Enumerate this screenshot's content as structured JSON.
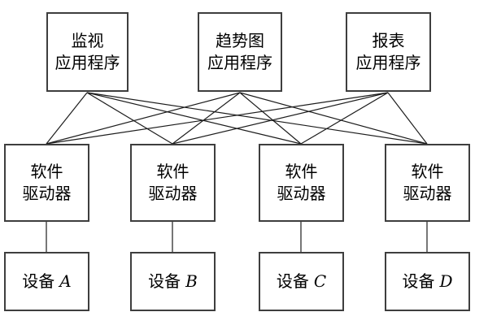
{
  "diagram": {
    "background_color": "#ffffff",
    "border_color": "#3e3e3e",
    "line_color": "#1c1c1c",
    "apps": [
      {
        "line1": "监视",
        "line2": "应用程序"
      },
      {
        "line1": "趋势图",
        "line2": "应用程序"
      },
      {
        "line1": "报表",
        "line2": "应用程序"
      }
    ],
    "drivers": [
      {
        "line1": "软件",
        "line2": "驱动器"
      },
      {
        "line1": "软件",
        "line2": "驱动器"
      },
      {
        "line1": "软件",
        "line2": "驱动器"
      },
      {
        "line1": "软件",
        "line2": "驱动器"
      }
    ],
    "devices": [
      {
        "label": "设备",
        "letter": "A"
      },
      {
        "label": "设备",
        "letter": "B"
      },
      {
        "label": "设备",
        "letter": "C"
      },
      {
        "label": "设备",
        "letter": "D"
      }
    ],
    "connections": {
      "apps_to_drivers": [
        [
          0,
          0
        ],
        [
          0,
          1
        ],
        [
          0,
          2
        ],
        [
          0,
          3
        ],
        [
          1,
          0
        ],
        [
          1,
          1
        ],
        [
          1,
          2
        ],
        [
          1,
          3
        ],
        [
          2,
          0
        ],
        [
          2,
          1
        ],
        [
          2,
          2
        ],
        [
          2,
          3
        ]
      ],
      "drivers_to_devices": [
        [
          0,
          0
        ],
        [
          1,
          1
        ],
        [
          2,
          2
        ],
        [
          3,
          3
        ]
      ]
    }
  }
}
